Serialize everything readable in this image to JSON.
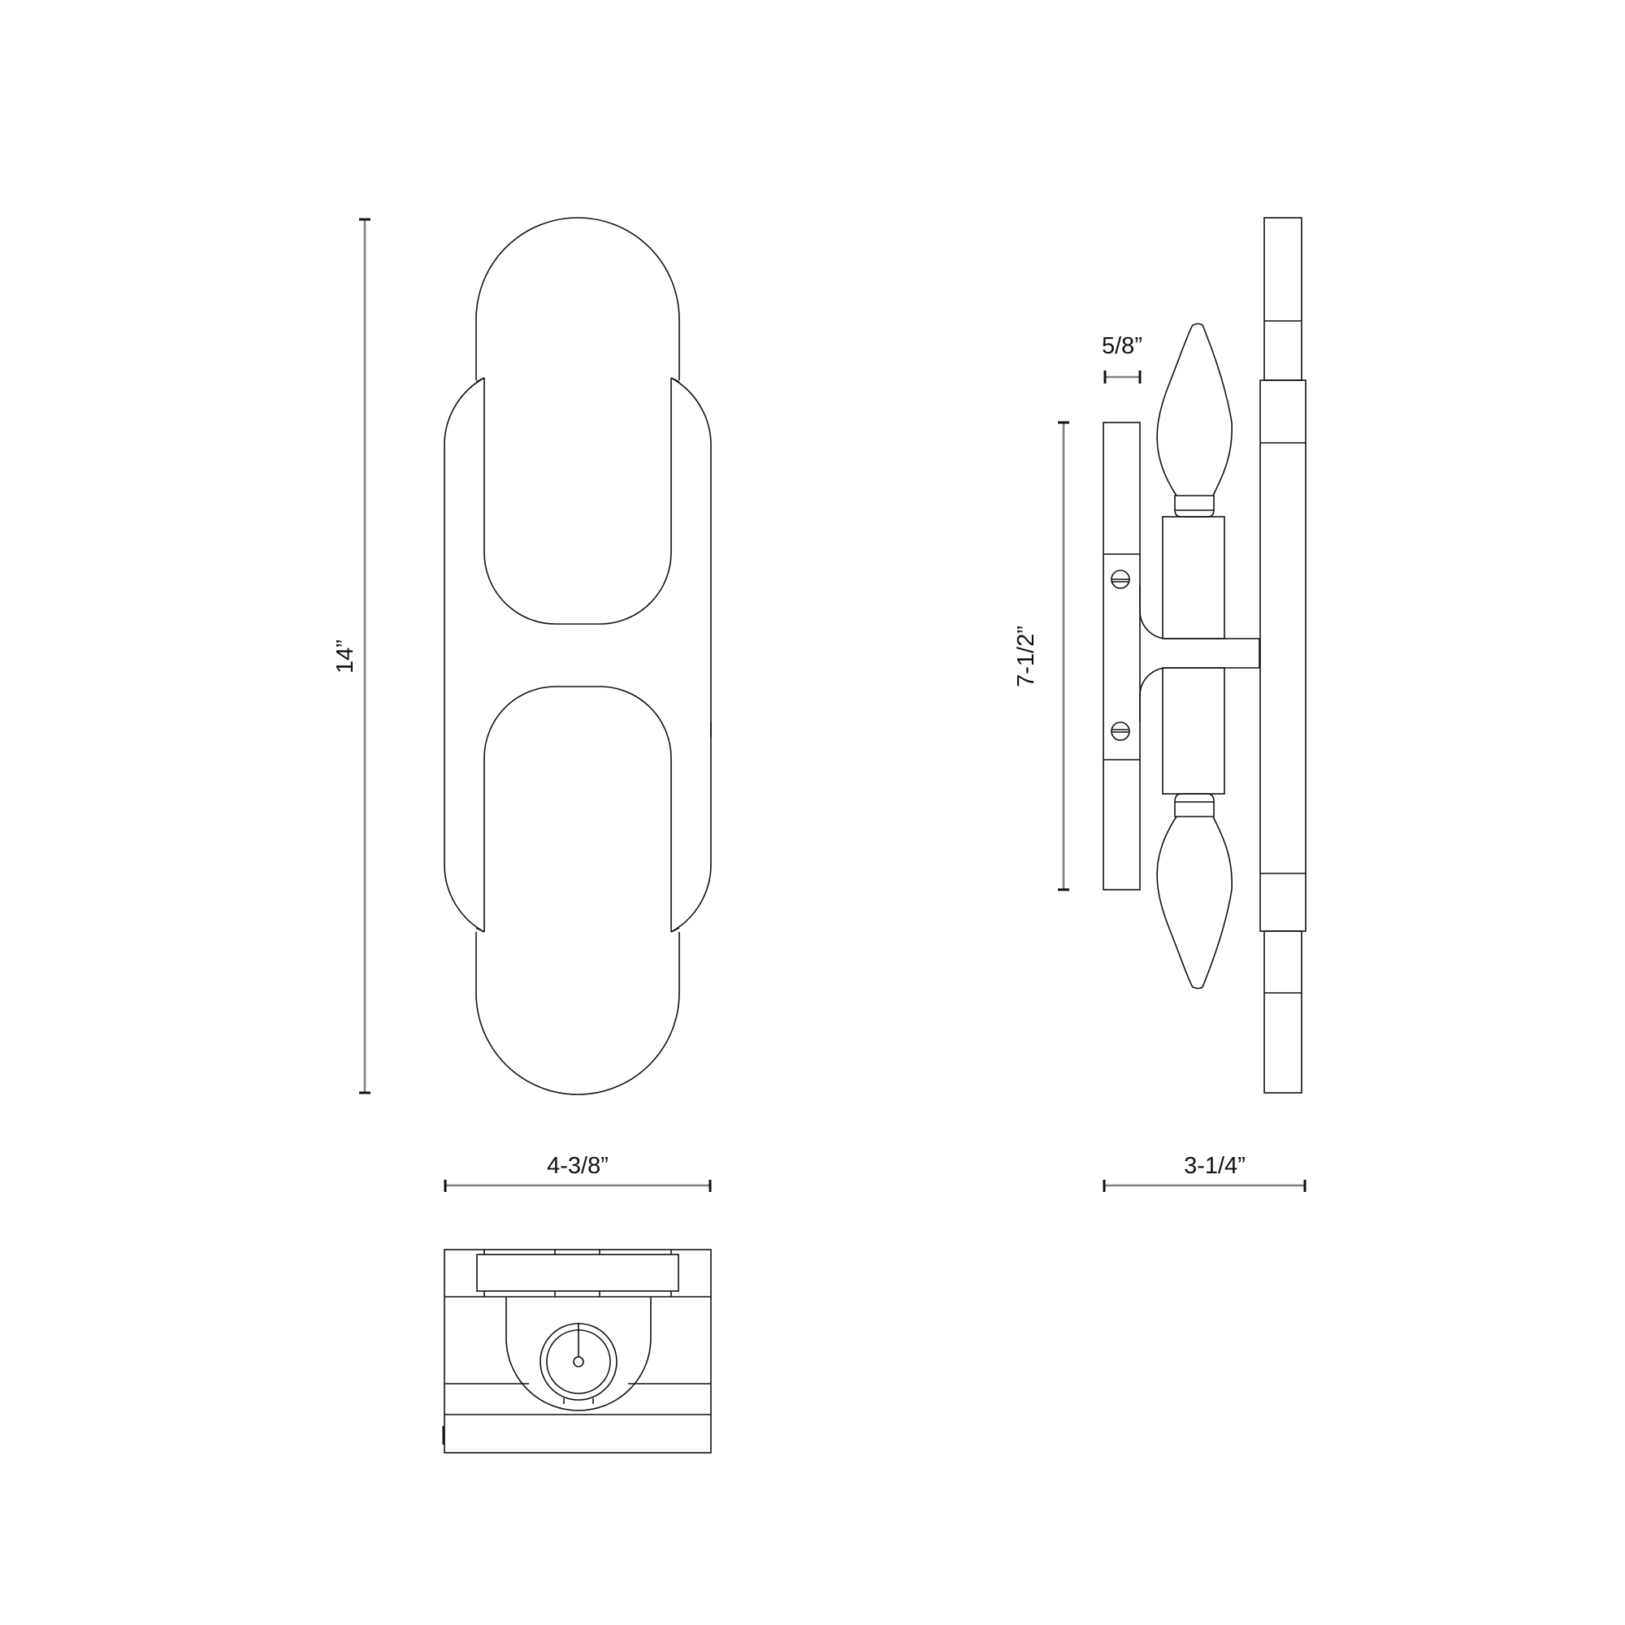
{
  "drawing": {
    "title": "Wall sconce dimension drawing",
    "views": [
      "front-view",
      "side-view",
      "top-view"
    ],
    "colors": {
      "line": "#111111",
      "dimension_line": "#808080",
      "background": "#ffffff"
    }
  },
  "dimensions": {
    "overall_height": "14”",
    "front_width": "4-3/8”",
    "depth": "3-1/4”",
    "backplate_height": "7-1/2”",
    "backplate_width": "5/8”"
  }
}
